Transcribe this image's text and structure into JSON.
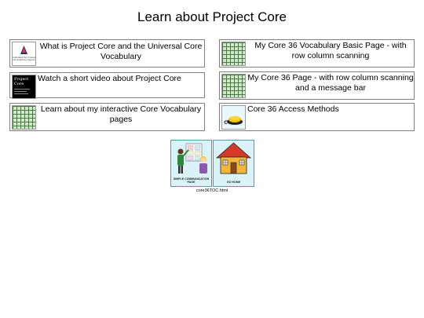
{
  "page": {
    "title": "Learn about Project Core"
  },
  "cards": [
    {
      "label": "What is Project Core and the Universal Core Vocabulary",
      "icon": "project-core-logo-icon",
      "thumb_text": "Understand the Universal Core Vocabulary Approach"
    },
    {
      "label": "Watch a short video about Project Core",
      "icon": "video-thumbnail-icon",
      "thumb_text": "Project Core"
    },
    {
      "label": "Learn about my interactive Core Vocabulary pages",
      "icon": "core-grid-icon"
    },
    {
      "label": "My Core 36 Vocabulary Basic Page - with row column scanning",
      "icon": "core-grid-icon"
    },
    {
      "label": "My Core 36 Page - with row column scanning and a message bar",
      "icon": "core-grid-icon"
    },
    {
      "label": "Core 36 Access Methods",
      "icon": "switch-button-icon"
    }
  ],
  "tiles": {
    "communication": {
      "label": "SIMPLE COMMUNICATION PAGE",
      "icon": "communication-board-icon"
    },
    "home": {
      "label": "GO HOME",
      "icon": "house-icon"
    }
  },
  "footer": {
    "filename": "core36TOC.html"
  },
  "colors": {
    "grid_green": "#cfe8c9",
    "tile_bg": "#d9f3f8",
    "house_wall": "#f5b43a",
    "house_roof": "#d43a2a"
  }
}
